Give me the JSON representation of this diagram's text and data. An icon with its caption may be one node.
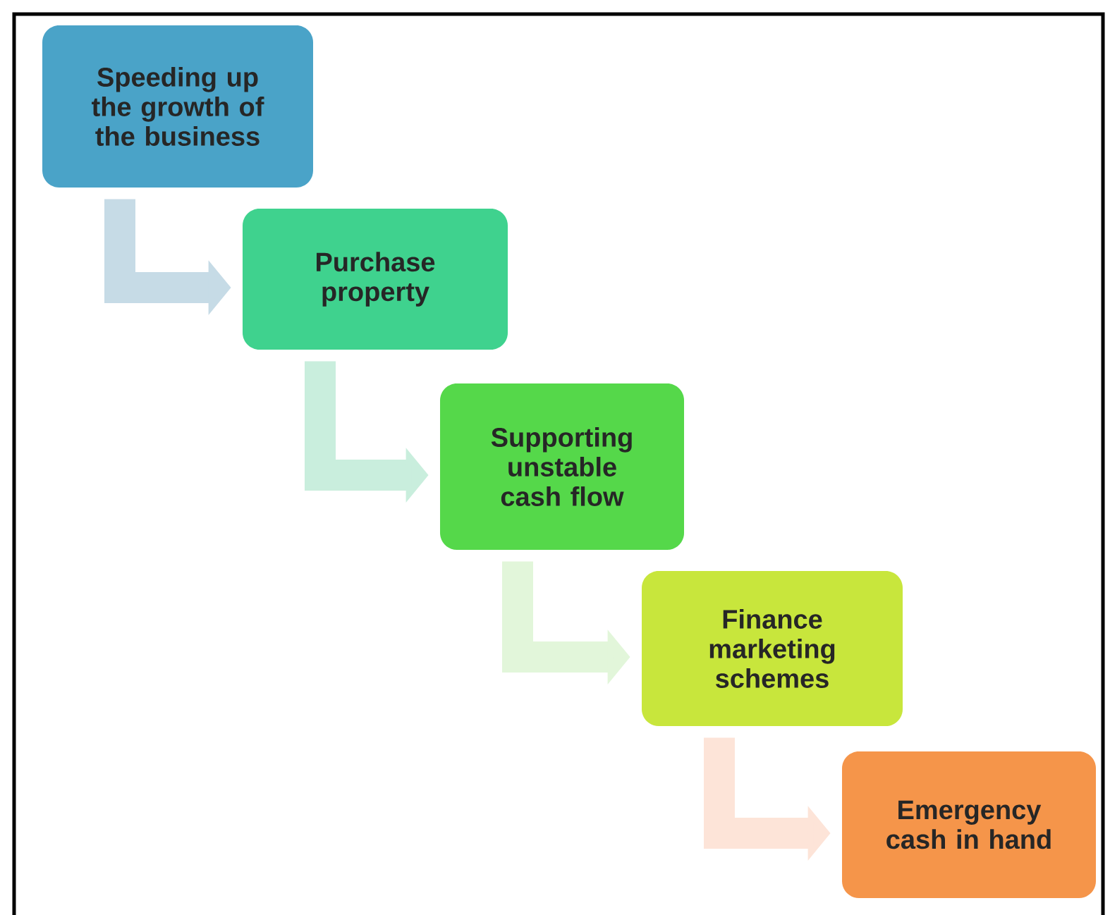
{
  "diagram": {
    "nodes": [
      {
        "text": [
          "Speeding up the growth of the business"
        ]
      },
      {
        "text": [
          "Purchase property"
        ]
      },
      {
        "text": [
          "Supporting unstable cash flow"
        ]
      },
      {
        "text": [
          "Finance marketing schemes"
        ]
      },
      {
        "text": [
          "Emergency cash in hand"
        ]
      }
    ],
    "edges": [
      {
        "from": 0,
        "to": 1,
        "arrow": "to",
        "color": "#c6dbe6"
      },
      {
        "from": 1,
        "to": 2,
        "arrow": "to",
        "color": "#c9eedd"
      },
      {
        "from": 2,
        "to": 3,
        "arrow": "to",
        "color": "#e2f6da"
      },
      {
        "from": 3,
        "to": 4,
        "arrow": "to",
        "color": "#fde4d8"
      }
    ]
  }
}
